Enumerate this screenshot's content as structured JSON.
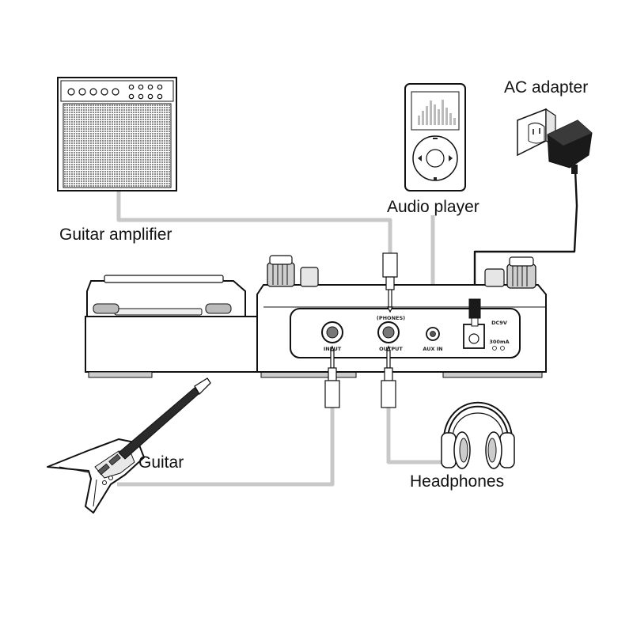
{
  "labels": {
    "guitar_amplifier": "Guitar amplifier",
    "audio_player": "Audio player",
    "ac_adapter": "AC adapter",
    "guitar": "Guitar",
    "headphones": "Headphones"
  },
  "panel": {
    "input": "INPUT",
    "phones": "(PHONES)",
    "output": "OUTPUT",
    "aux_in": "AUX IN",
    "dc9v": "DC9V",
    "current": "300mA"
  },
  "colors": {
    "cable": "#c8c8c8",
    "line": "#111111",
    "device_fill": "#ffffff",
    "amp_grille": "#8a8a8a"
  }
}
